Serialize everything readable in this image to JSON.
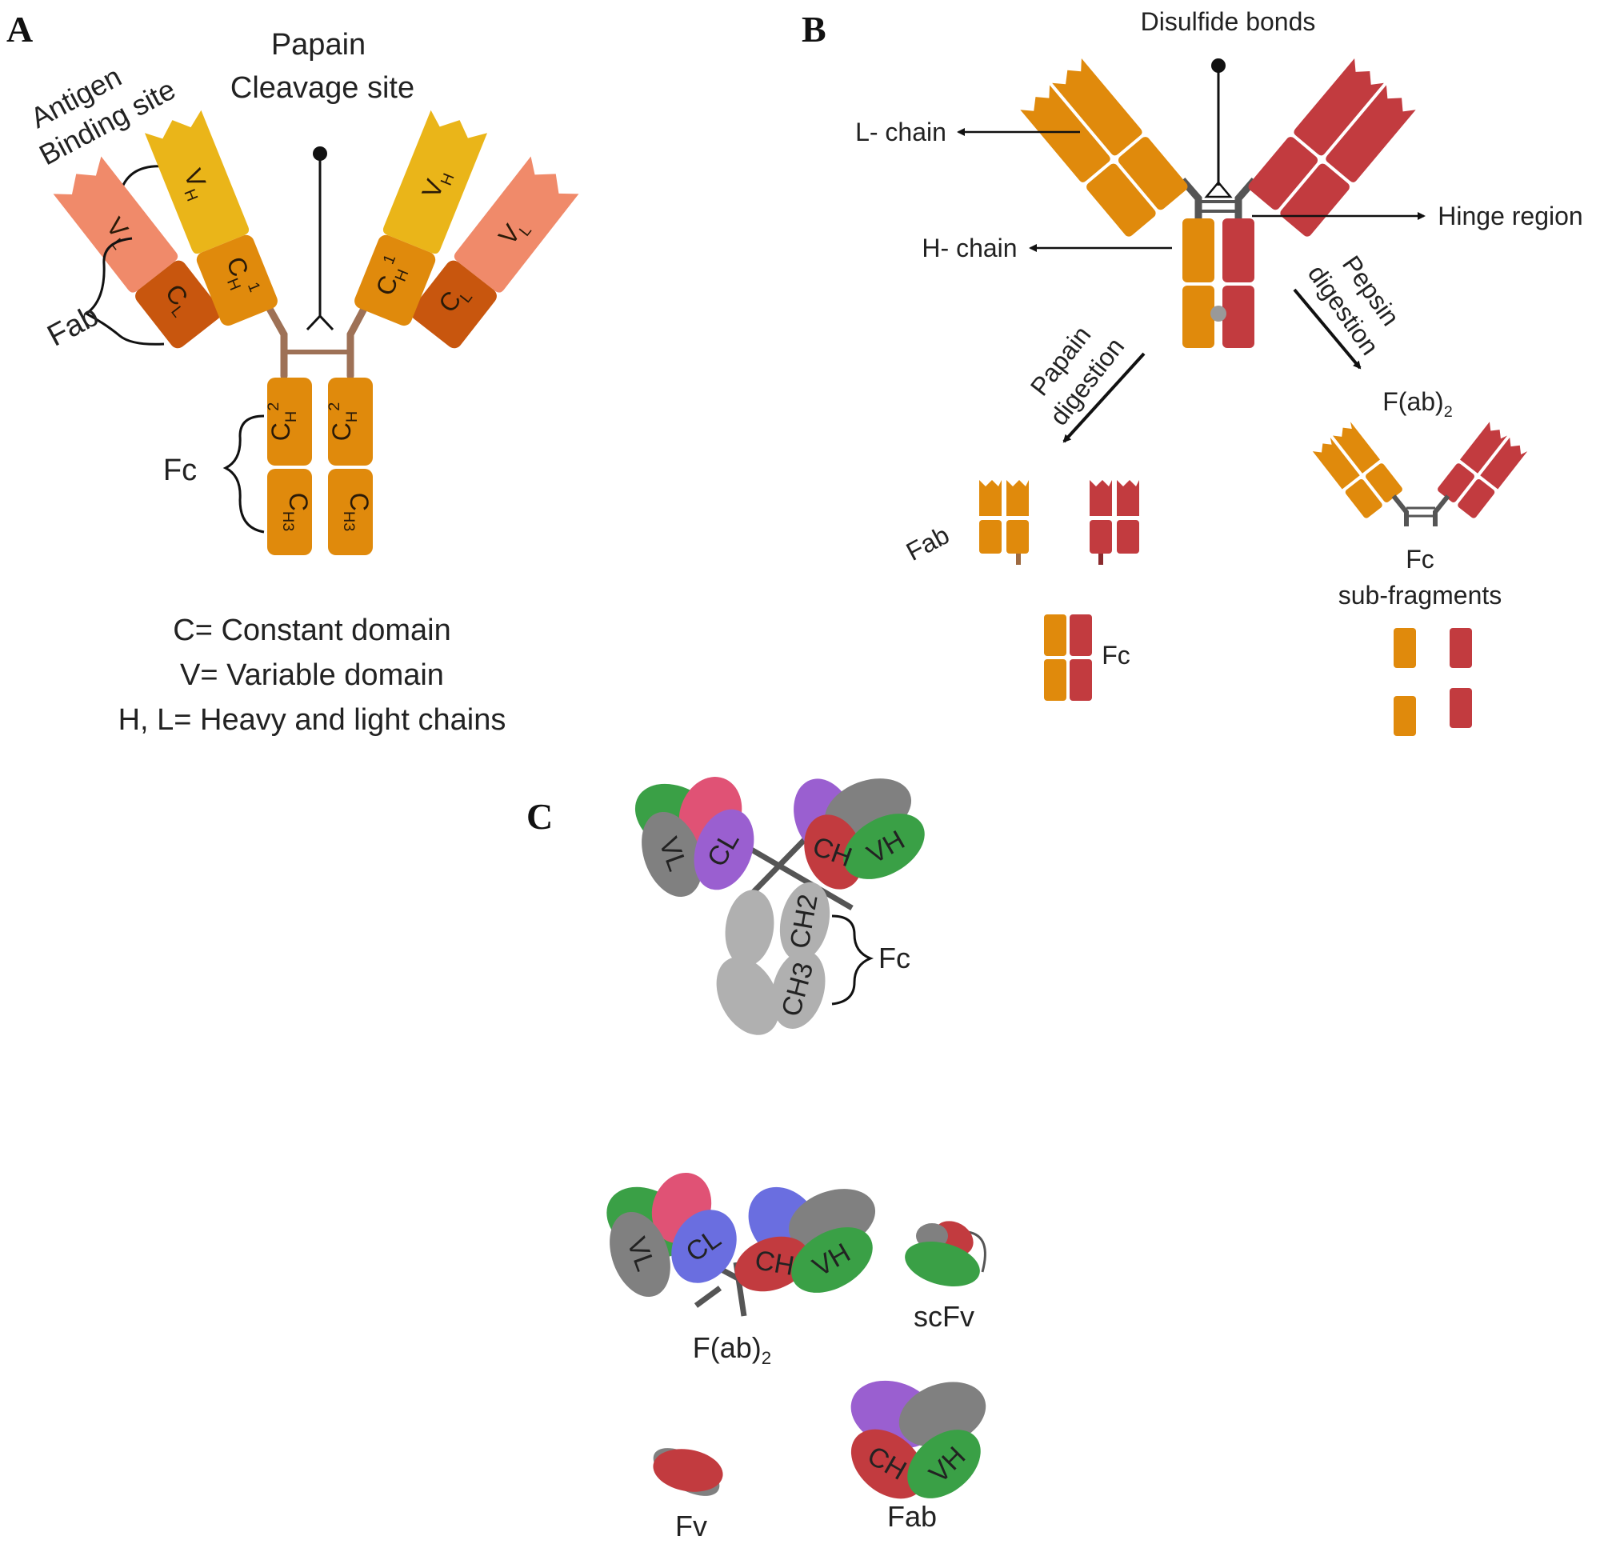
{
  "panel_a": {
    "letter": "A",
    "papain_line1": "Papain",
    "papain_line2": "Cleavage site",
    "antigen_line1": "Antigen",
    "antigen_line2": "Binding site",
    "fab": "Fab",
    "fc": "Fc",
    "vl": "V",
    "vl_sub": "L",
    "vh": "V",
    "vh_sub": "H",
    "ch1": "C",
    "ch1_sub": "H",
    "ch1_sup": "1",
    "cl": "C",
    "cl_sub": "L",
    "ch2": "C",
    "ch2_sub": "H",
    "ch2_sup": "2",
    "ch3": "C",
    "ch3_sub": "H3",
    "legend": [
      "C= Constant domain",
      "V= Variable domain",
      "H, L= Heavy and light chains"
    ]
  },
  "panel_b": {
    "letter": "B",
    "disulfide": "Disulfide bonds",
    "l_chain": "L- chain",
    "h_chain": "H- chain",
    "hinge": "Hinge region",
    "papain_line1": "Papain",
    "papain_line2": "digestion",
    "pepsin_line1": "Pepsin",
    "pepsin_line2": "digestion",
    "fab_ab2": "F(ab)",
    "fab_ab2_sub": "2",
    "fab": "Fab",
    "fc": "Fc",
    "fc_sub_line1": "Fc",
    "fc_sub_line2": "sub-fragments"
  },
  "panel_c": {
    "letter": "C",
    "vl": "VL",
    "cl": "CL",
    "ch": "CH",
    "vh": "VH",
    "ch2": "CH2",
    "ch3": "CH3",
    "fc": "Fc",
    "fab2": "F(ab)",
    "fab2_sub": "2",
    "scfv": "scFv",
    "fv": "Fv",
    "fab": "Fab"
  },
  "colors": {
    "orange": "#e08a0c",
    "dark_orange": "#c8560e",
    "salmon": "#f08a6a",
    "yellow": "#eab519",
    "brown_hinge": "#9e7156",
    "red": "#c23b3f",
    "gray_hinge": "#555555",
    "green": "#3aa046",
    "pink": "#e05275",
    "purple": "#9a5fd0",
    "blue": "#6a6ee0",
    "gray": "#808080",
    "light_gray": "#b0b0b0"
  }
}
